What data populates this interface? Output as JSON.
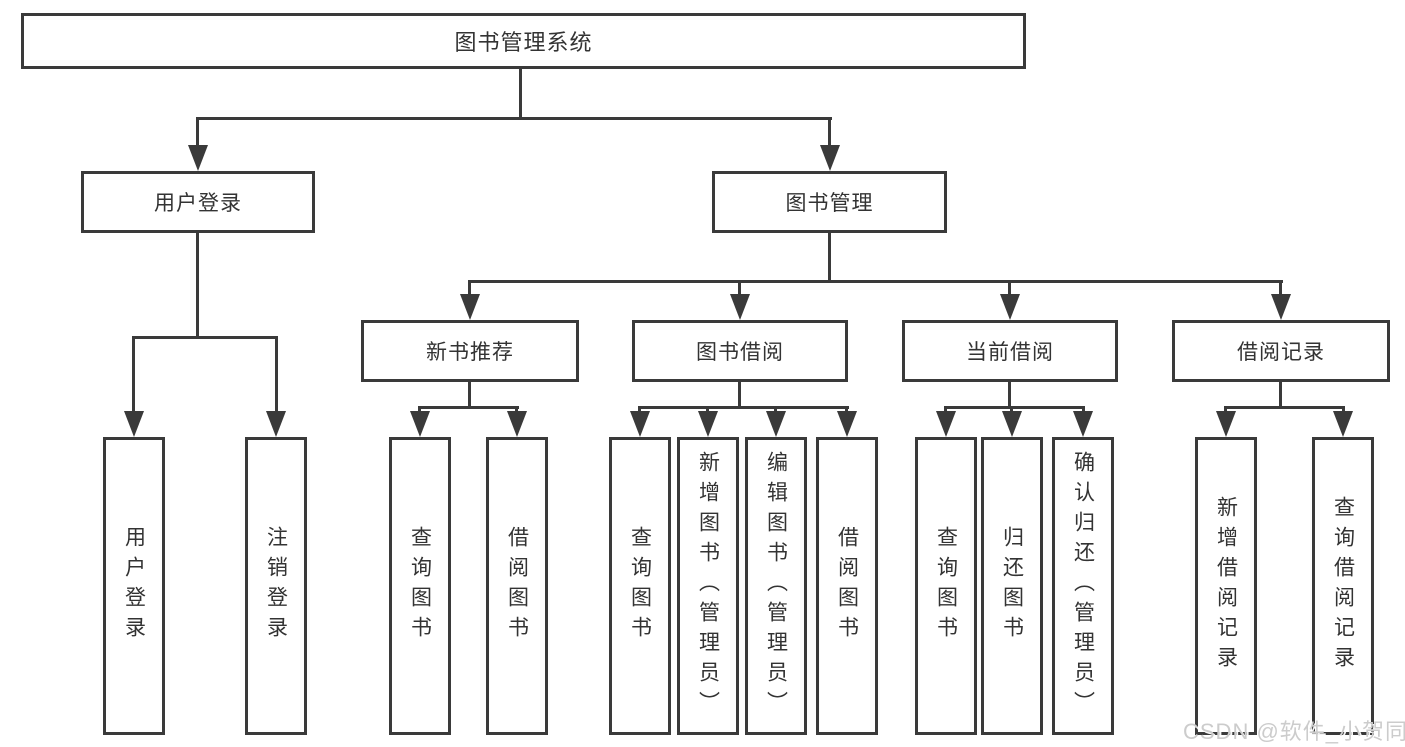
{
  "diagram": {
    "root": {
      "label": "图书管理系统"
    },
    "branches": {
      "user_login": {
        "label": "用户登录"
      },
      "book_mgmt": {
        "label": "图书管理"
      },
      "new_book_rec": {
        "label": "新书推荐"
      },
      "book_borrow": {
        "label": "图书借阅"
      },
      "current_borrow": {
        "label": "当前借阅"
      },
      "borrow_record": {
        "label": "借阅记录"
      }
    },
    "leaves": {
      "user_login_leaf": {
        "label": "用户登录"
      },
      "logout": {
        "label": "注销登录"
      },
      "rec_query": {
        "label": "查询图书"
      },
      "rec_borrow": {
        "label": "借阅图书"
      },
      "bb_query": {
        "label": "查询图书"
      },
      "bb_add": {
        "label": "新增图书（管理员）"
      },
      "bb_edit": {
        "label": "编辑图书（管理员）"
      },
      "bb_borrow": {
        "label": "借阅图书"
      },
      "cb_query": {
        "label": "查询图书"
      },
      "cb_return": {
        "label": "归还图书"
      },
      "cb_confirm": {
        "label": "确认归还（管理员）"
      },
      "br_add": {
        "label": "新增借阅记录"
      },
      "br_query": {
        "label": "查询借阅记录"
      }
    }
  },
  "watermark": {
    "text": "CSDN @软件_小贺同学"
  },
  "colors": {
    "line": "#3a3a3a",
    "text": "#333333",
    "watermark": "#cccccc"
  }
}
